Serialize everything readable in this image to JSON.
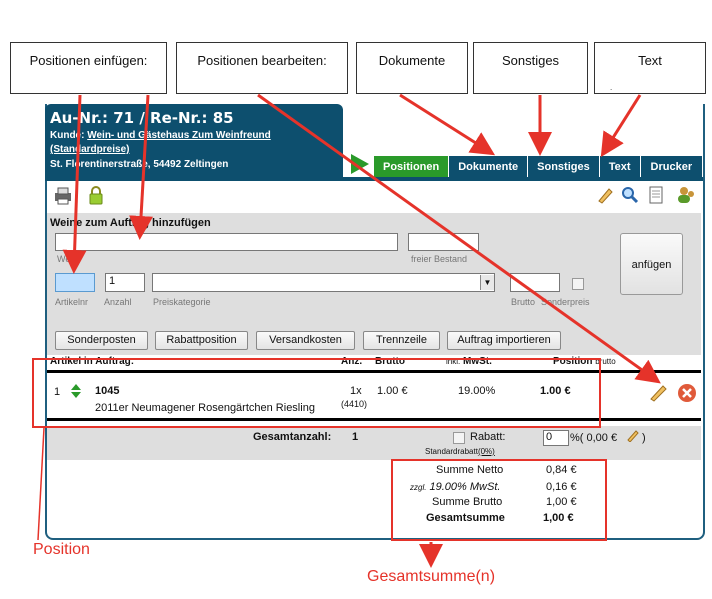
{
  "callouts": [
    "Positionen einfügen:",
    "Positionen bearbeiten:",
    "Dokumente",
    "Sonstiges",
    "Text"
  ],
  "header": {
    "title": "Au-Nr.: 71 / Re-Nr.: 85",
    "kunde_prefix": "Kunde: ",
    "kunde_name": "Wein- und Gästehaus Zum Weinfreund",
    "preisliste": "(Standardpreise)",
    "address": "St. Florentinerstraße, 54492 Zeltingen"
  },
  "tabs": [
    "Positionen",
    "Dokumente",
    "Sonstiges",
    "Text",
    "Drucker"
  ],
  "add": {
    "heading": "Weine zum Auftrag hinzufügen",
    "wein_label": "Wein",
    "bestand_label": "freier Bestand",
    "artikelnr_label": "Artikelnr",
    "anzahl_label": "Anzahl",
    "anzahl_value": "1",
    "preiskategorie_label": "Preiskategorie",
    "brutto_label": "Brutto",
    "sonderpreis_label": "Sonderpreis",
    "anfuegen": "anfügen",
    "buttons": [
      "Sonderposten",
      "Rabattposition",
      "Versandkosten",
      "Trennzeile",
      "Auftrag importieren"
    ]
  },
  "columns": {
    "artikel": "Artikel in Auftrag:",
    "anz": "Anz.",
    "brutto": "Brutto",
    "mwst_prefix": "inkl.",
    "mwst": "MwSt.",
    "position": "Position",
    "position_suffix": "brutto"
  },
  "item": {
    "nr": "1",
    "artikel": "1045",
    "name": "2011er Neumagener Rosengärtchen Riesling",
    "anzahl": "1x",
    "lager": "(4410)",
    "brutto": "1.00 €",
    "mwst": "19.00%",
    "position": "1.00 €"
  },
  "totals": {
    "gesamtanzahl_label": "Gesamtanzahl:",
    "gesamtanzahl": "1",
    "rabatt_label": "Rabatt:",
    "standardrabatt": "Standardrabatt",
    "standardrabatt_value": "(0%)",
    "rabatt_value": "0",
    "rabatt_suffix": "%( 0,00 €",
    "summe_netto_label": "Summe Netto",
    "summe_netto": "0,84 €",
    "zzgl": "zzgl.",
    "mwst_label": "19.00% MwSt.",
    "mwst_value": "0,16 €",
    "summe_brutto_label": "Summe Brutto",
    "summe_brutto": "1,00 €",
    "gesamtsumme_label": "Gesamtsumme",
    "gesamtsumme": "1,00 €"
  },
  "annotations": {
    "position": "Position",
    "gesamtsumme": "Gesamtsumme(n)"
  },
  "colors": {
    "brand": "#0d4f6e",
    "active_tab": "#2a9a2a",
    "annotation": "#e5332a"
  }
}
